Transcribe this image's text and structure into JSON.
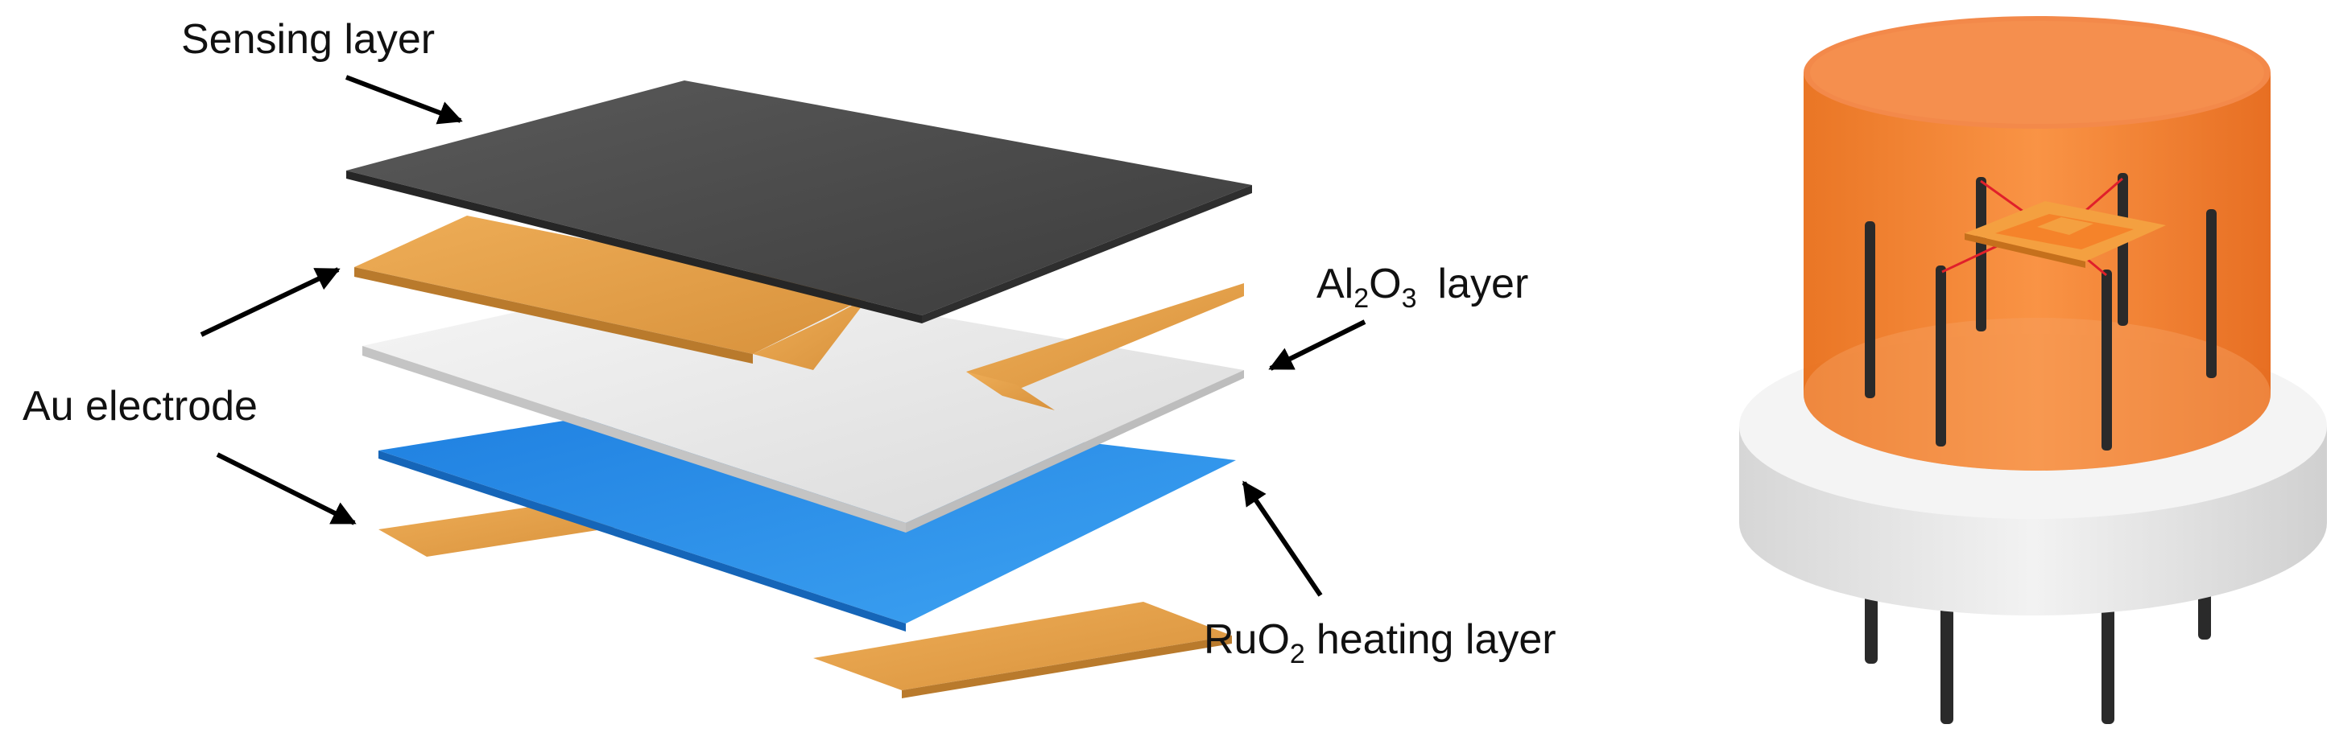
{
  "labels": {
    "sensing": "Sensing layer",
    "au_electrode": "Au electrode",
    "al2o3": {
      "a": "Al",
      "sub1": "2",
      "b": "O",
      "sub2": "3",
      "rest": "layer"
    },
    "ruo2": {
      "a": "RuO",
      "sub": "2",
      "rest": "heating layer"
    }
  },
  "colors": {
    "sensing_layer": "#4d4d4d",
    "au_electrode": "#e8a24a",
    "alumina_layer": "#e6e6e6",
    "ruo2_layer": "#2b8ae6",
    "housing_orange": "#f5761a",
    "base_white": "#e9e9e9",
    "pin_black": "#2a2a2a"
  }
}
